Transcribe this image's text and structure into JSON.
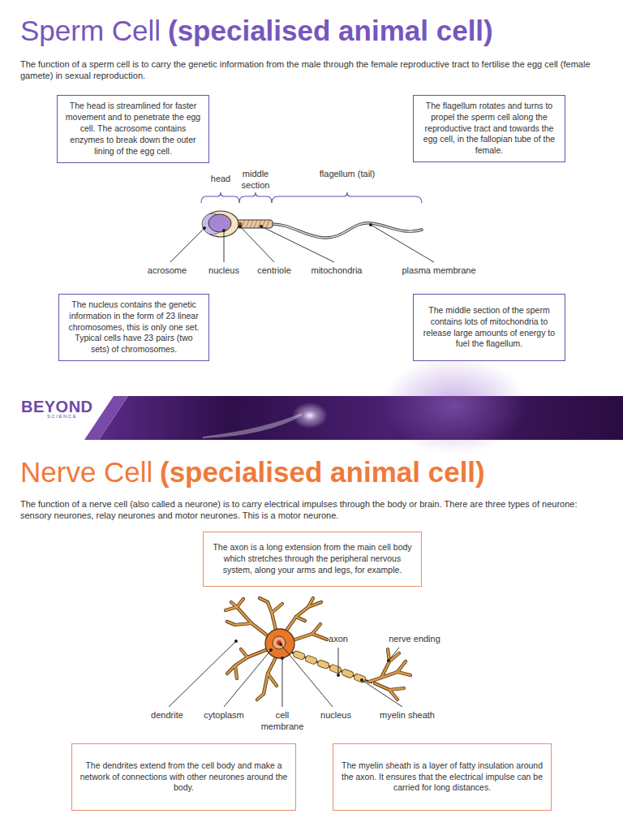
{
  "diagram": {
    "nodes": [
      {
        "text": [
          "The head is streamlined for faster movement and to penetrate the egg cell. The acrosome contains enzymes to break down the outer lining of the egg cell."
        ]
      },
      {
        "text": [
          "The flagellum rotates and turns to propel the sperm cell along the reproductive tract and towards the egg cell, in the fallopian tube of the female."
        ]
      },
      {
        "text": [
          "The nucleus contains the genetic information in the form of 23 linear chromosomes, this is only one set. Typical cells have 23 pairs (two sets) of chromosomes."
        ]
      },
      {
        "text": [
          "The middle section of the sperm contains lots of mitochondria to release large amounts of energy to fuel the flagellum."
        ]
      },
      {
        "text": [
          "The axon is a long extension from the main cell body which stretches through the peripheral nervous system, along your arms and legs, for example."
        ]
      },
      {
        "text": [
          "The dendrites extend from the cell body and make a network of connections with other neurones around the body."
        ]
      },
      {
        "text": [
          "The myelin sheath is a layer of fatty insulation around the axon. It ensures that the electrical impulse can be carried for long distances."
        ]
      }
    ],
    "labels": [
      "Sperm Cell",
      "(specialised animal cell)",
      "The function of a sperm cell is to carry the genetic information from the male through the female reproductive tract to fertilise the egg cell (female gamete) in sexual reproduction.",
      "head",
      "middle section",
      "flagellum (tail)",
      "acrosome",
      "nucleus",
      "centriole",
      "mitochondria",
      "plasma membrane",
      "BEYOND",
      "SCIENCE",
      "Nerve Cell",
      "(specialised animal cell)",
      "The function of a nerve cell (also called a neurone) is to carry electrical impulses through the body or brain. There are three types of neurone: sensory neurones, relay neurones and motor neurones. This is a motor neurone.",
      "axon",
      "nerve ending",
      "dendrite",
      "cytoplasm",
      "cell membrane",
      "nucleus",
      "myelin sheath"
    ]
  }
}
